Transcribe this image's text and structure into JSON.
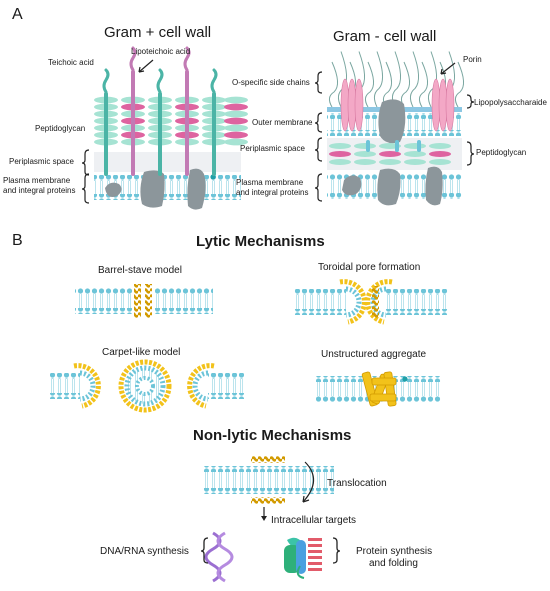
{
  "panelA": {
    "letter": "A",
    "gram_pos_title": "Gram + cell wall",
    "gram_neg_title": "Gram - cell wall",
    "labels": {
      "teichoic": "Teichoic acid",
      "lipoteichoic": "Lipoteichoic acid",
      "peptidoglycan_left": "Peptidoglycan",
      "periplasmic_left": "Periplasmic space",
      "plasma_left_1": "Plasma membrane",
      "plasma_left_2": "and integral proteins",
      "o_specific": "O-specific side chains",
      "porin": "Porin",
      "lps": "Lipopolysaccharaide",
      "outer_membrane": "Outer membrane",
      "periplasmic_right": "Periplasmic space",
      "peptidoglycan_right": "Peptidoglycan",
      "plasma_right_1": "Plasma membrane",
      "plasma_right_2": "and integral proteins"
    }
  },
  "panelB": {
    "letter": "B",
    "lytic_title": "Lytic Mechanisms",
    "barrel": "Barrel-stave model",
    "toroidal": "Toroidal pore formation",
    "carpet": "Carpet-like model",
    "unstructured": "Unstructured aggregate",
    "nonlytic_title": "Non-lytic Mechanisms",
    "translocation": "Translocation",
    "intracellular": "Intracellular targets",
    "dna": "DNA/RNA synthesis",
    "protein_1": "Protein synthesis",
    "protein_2": "and folding"
  },
  "colors": {
    "lipid_head": "#6cc4d8",
    "peptidoglycan_teal": "#a6e3d3",
    "peptidoglycan_pink": "#de64a0",
    "protein_grey": "#8c969b",
    "peptide_yellow": "#f2c21a",
    "porin_pink": "#f3a8c6",
    "lps_blue": "#8cc7e3",
    "lipoteichoic_purple": "#c27ab4",
    "dna_purple": "#9b6fd1"
  }
}
